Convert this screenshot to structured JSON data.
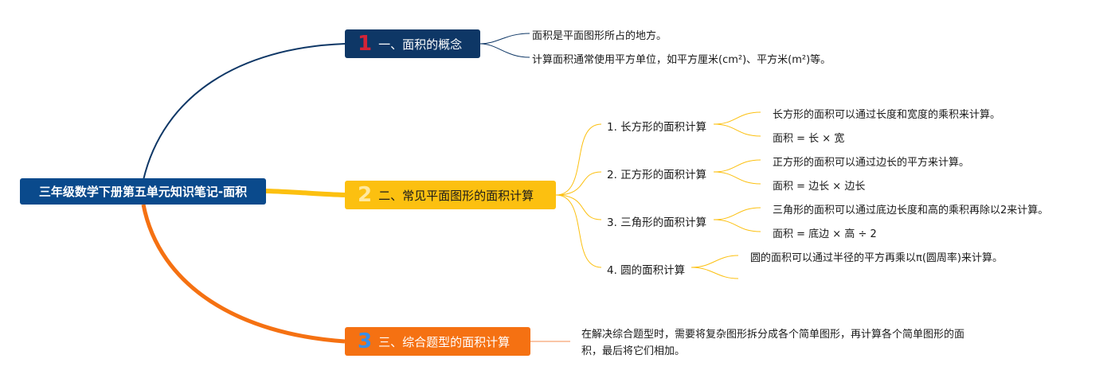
{
  "root": {
    "label": "三年级数学下册第五单元知识笔记-面积"
  },
  "colors": {
    "branch1": "#0e3766",
    "branch2": "#fcc010",
    "branch3": "#f57112",
    "root": "#0a4a8c"
  },
  "branches": [
    {
      "number": "1",
      "label": "一、面积的概念",
      "notes": [
        "面积是平面图形所占的地方。",
        "计算面积通常使用平方单位，如平方厘米(cm²)、平方米(m²)等。"
      ]
    },
    {
      "number": "2",
      "label": "二、常见平面图形的面积计算",
      "subtopics": [
        {
          "label": "1. 长方形的面积计算",
          "notes": [
            "长方形的面积可以通过长度和宽度的乘积来计算。",
            "面积 = 长 × 宽"
          ]
        },
        {
          "label": "2. 正方形的面积计算",
          "notes": [
            "正方形的面积可以通过边长的平方来计算。",
            "面积 = 边长 × 边长"
          ]
        },
        {
          "label": "3. 三角形的面积计算",
          "notes": [
            "三角形的面积可以通过底边长度和高的乘积再除以2来计算。",
            "面积 = 底边 × 高 ÷ 2"
          ]
        },
        {
          "label": "4. 圆的面积计算",
          "notes": [
            "圆的面积可以通过半径的平方再乘以π(圆周率)来计算。"
          ]
        }
      ]
    },
    {
      "number": "3",
      "label": "三、综合题型的面积计算",
      "notes": [
        "在解决综合题型时，需要将复杂图形拆分成各个简单图形，再计算各个简单图形的面积，最后将它们相加。"
      ]
    }
  ]
}
